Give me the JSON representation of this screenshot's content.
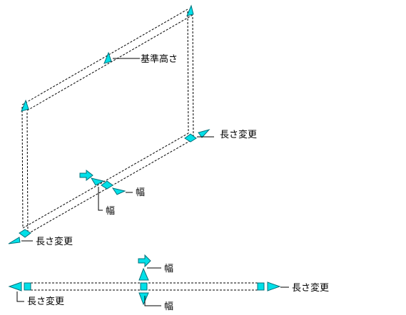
{
  "colors": {
    "grip_fill": "#00e0e8",
    "grip_stroke": "#00707a",
    "line": "#000000",
    "background": "#ffffff"
  },
  "labels": {
    "base_height": "基準高さ",
    "length_change_right": "長さ変更",
    "width_upper": "幅",
    "width_lower": "幅",
    "length_change_left": "長さ変更",
    "bottom_width_top": "幅",
    "bottom_length_right": "長さ変更",
    "bottom_length_left": "長さ変更",
    "bottom_width_bottom": "幅"
  },
  "grips": {
    "isometric": [
      "triangle-top-right",
      "triangle-base-height",
      "triangle-top-left",
      "diamond-right",
      "diamond-middle",
      "diamond-left",
      "arrow-length-right",
      "arrow-width",
      "arrow-length-left",
      "arrow-flip"
    ],
    "plan": [
      "arrow-length-left",
      "square-left",
      "square-middle",
      "square-right",
      "arrow-length-right",
      "arrow-width-up",
      "arrow-width-down",
      "arrow-flip"
    ]
  }
}
